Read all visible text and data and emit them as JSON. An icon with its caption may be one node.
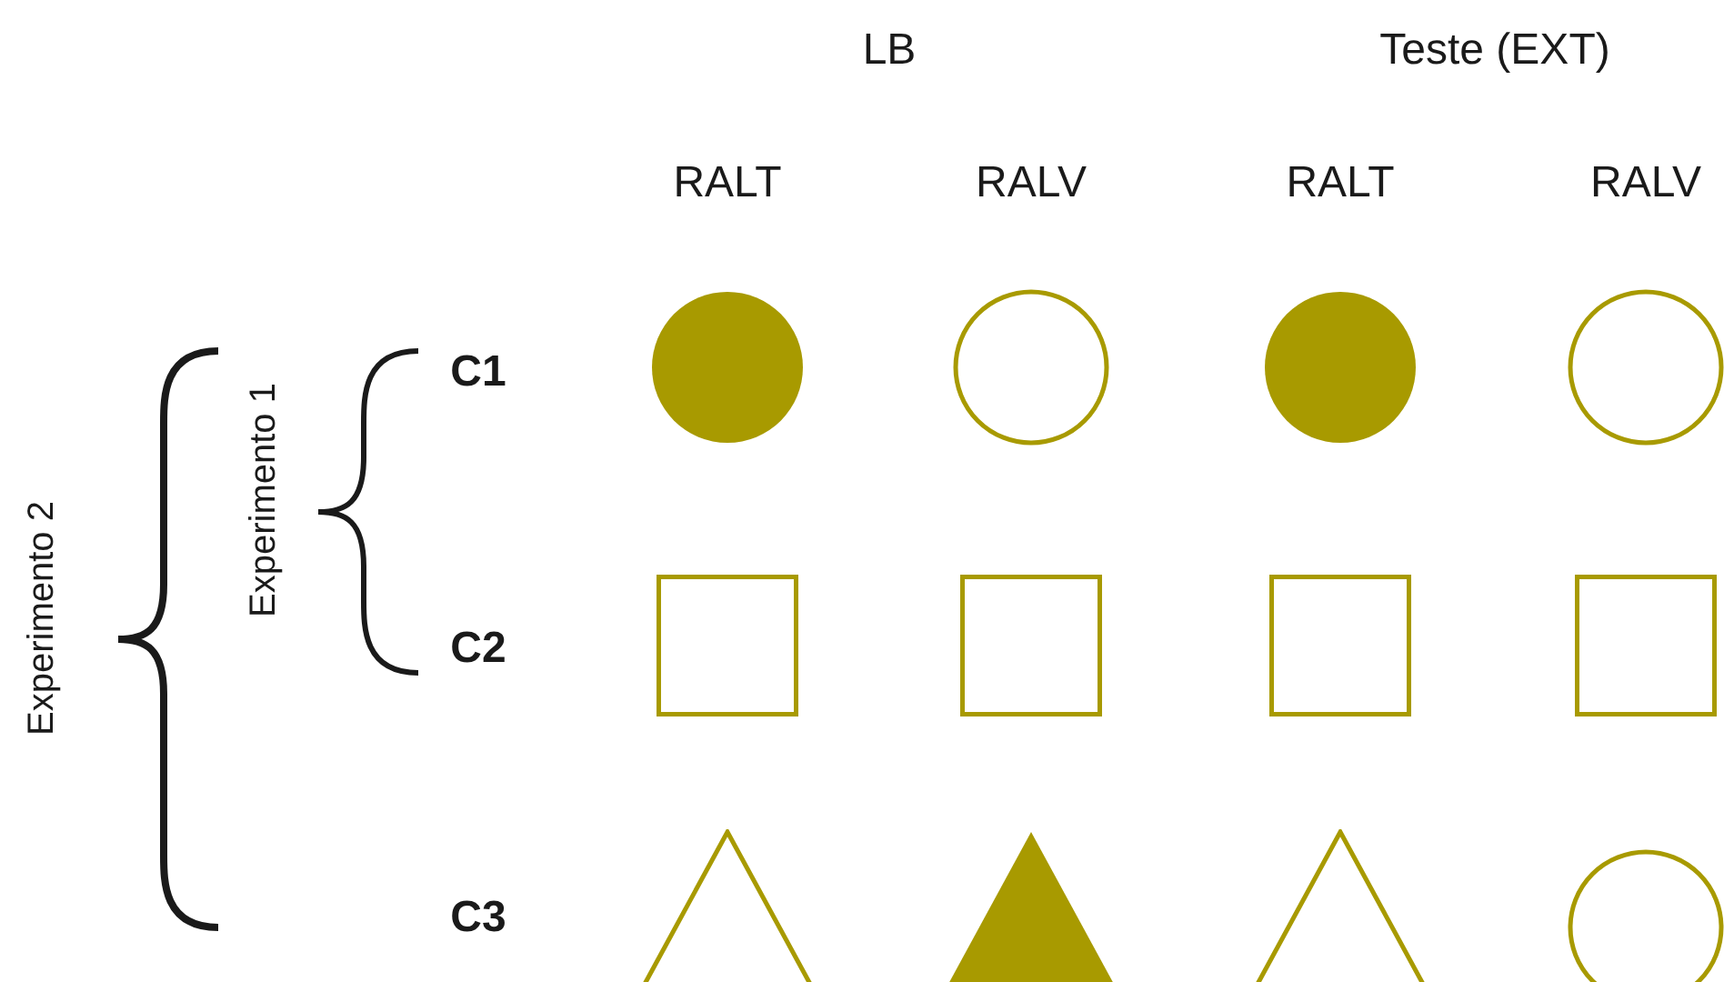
{
  "diagram": {
    "nodes": [
      {
        "text": [],
        "shape": "circle"
      },
      {
        "text": [],
        "shape": "circle"
      },
      {
        "text": [],
        "shape": "circle"
      },
      {
        "text": [],
        "shape": "circle"
      },
      {
        "text": [],
        "shape": "box"
      },
      {
        "text": [],
        "shape": "box"
      },
      {
        "text": [],
        "shape": "box"
      },
      {
        "text": [],
        "shape": "box"
      },
      {
        "text": [],
        "shape": "triangle"
      },
      {
        "text": [],
        "shape": "triangle"
      },
      {
        "text": [],
        "shape": "triangle"
      },
      {
        "text": [],
        "shape": "circle"
      }
    ],
    "labels": [
      "LB",
      "Teste (EXT)",
      "RALT",
      "RALV",
      "RALT",
      "RALV",
      "Experimento 2",
      "Experimento 1",
      "C1",
      "C2",
      "C3"
    ]
  }
}
